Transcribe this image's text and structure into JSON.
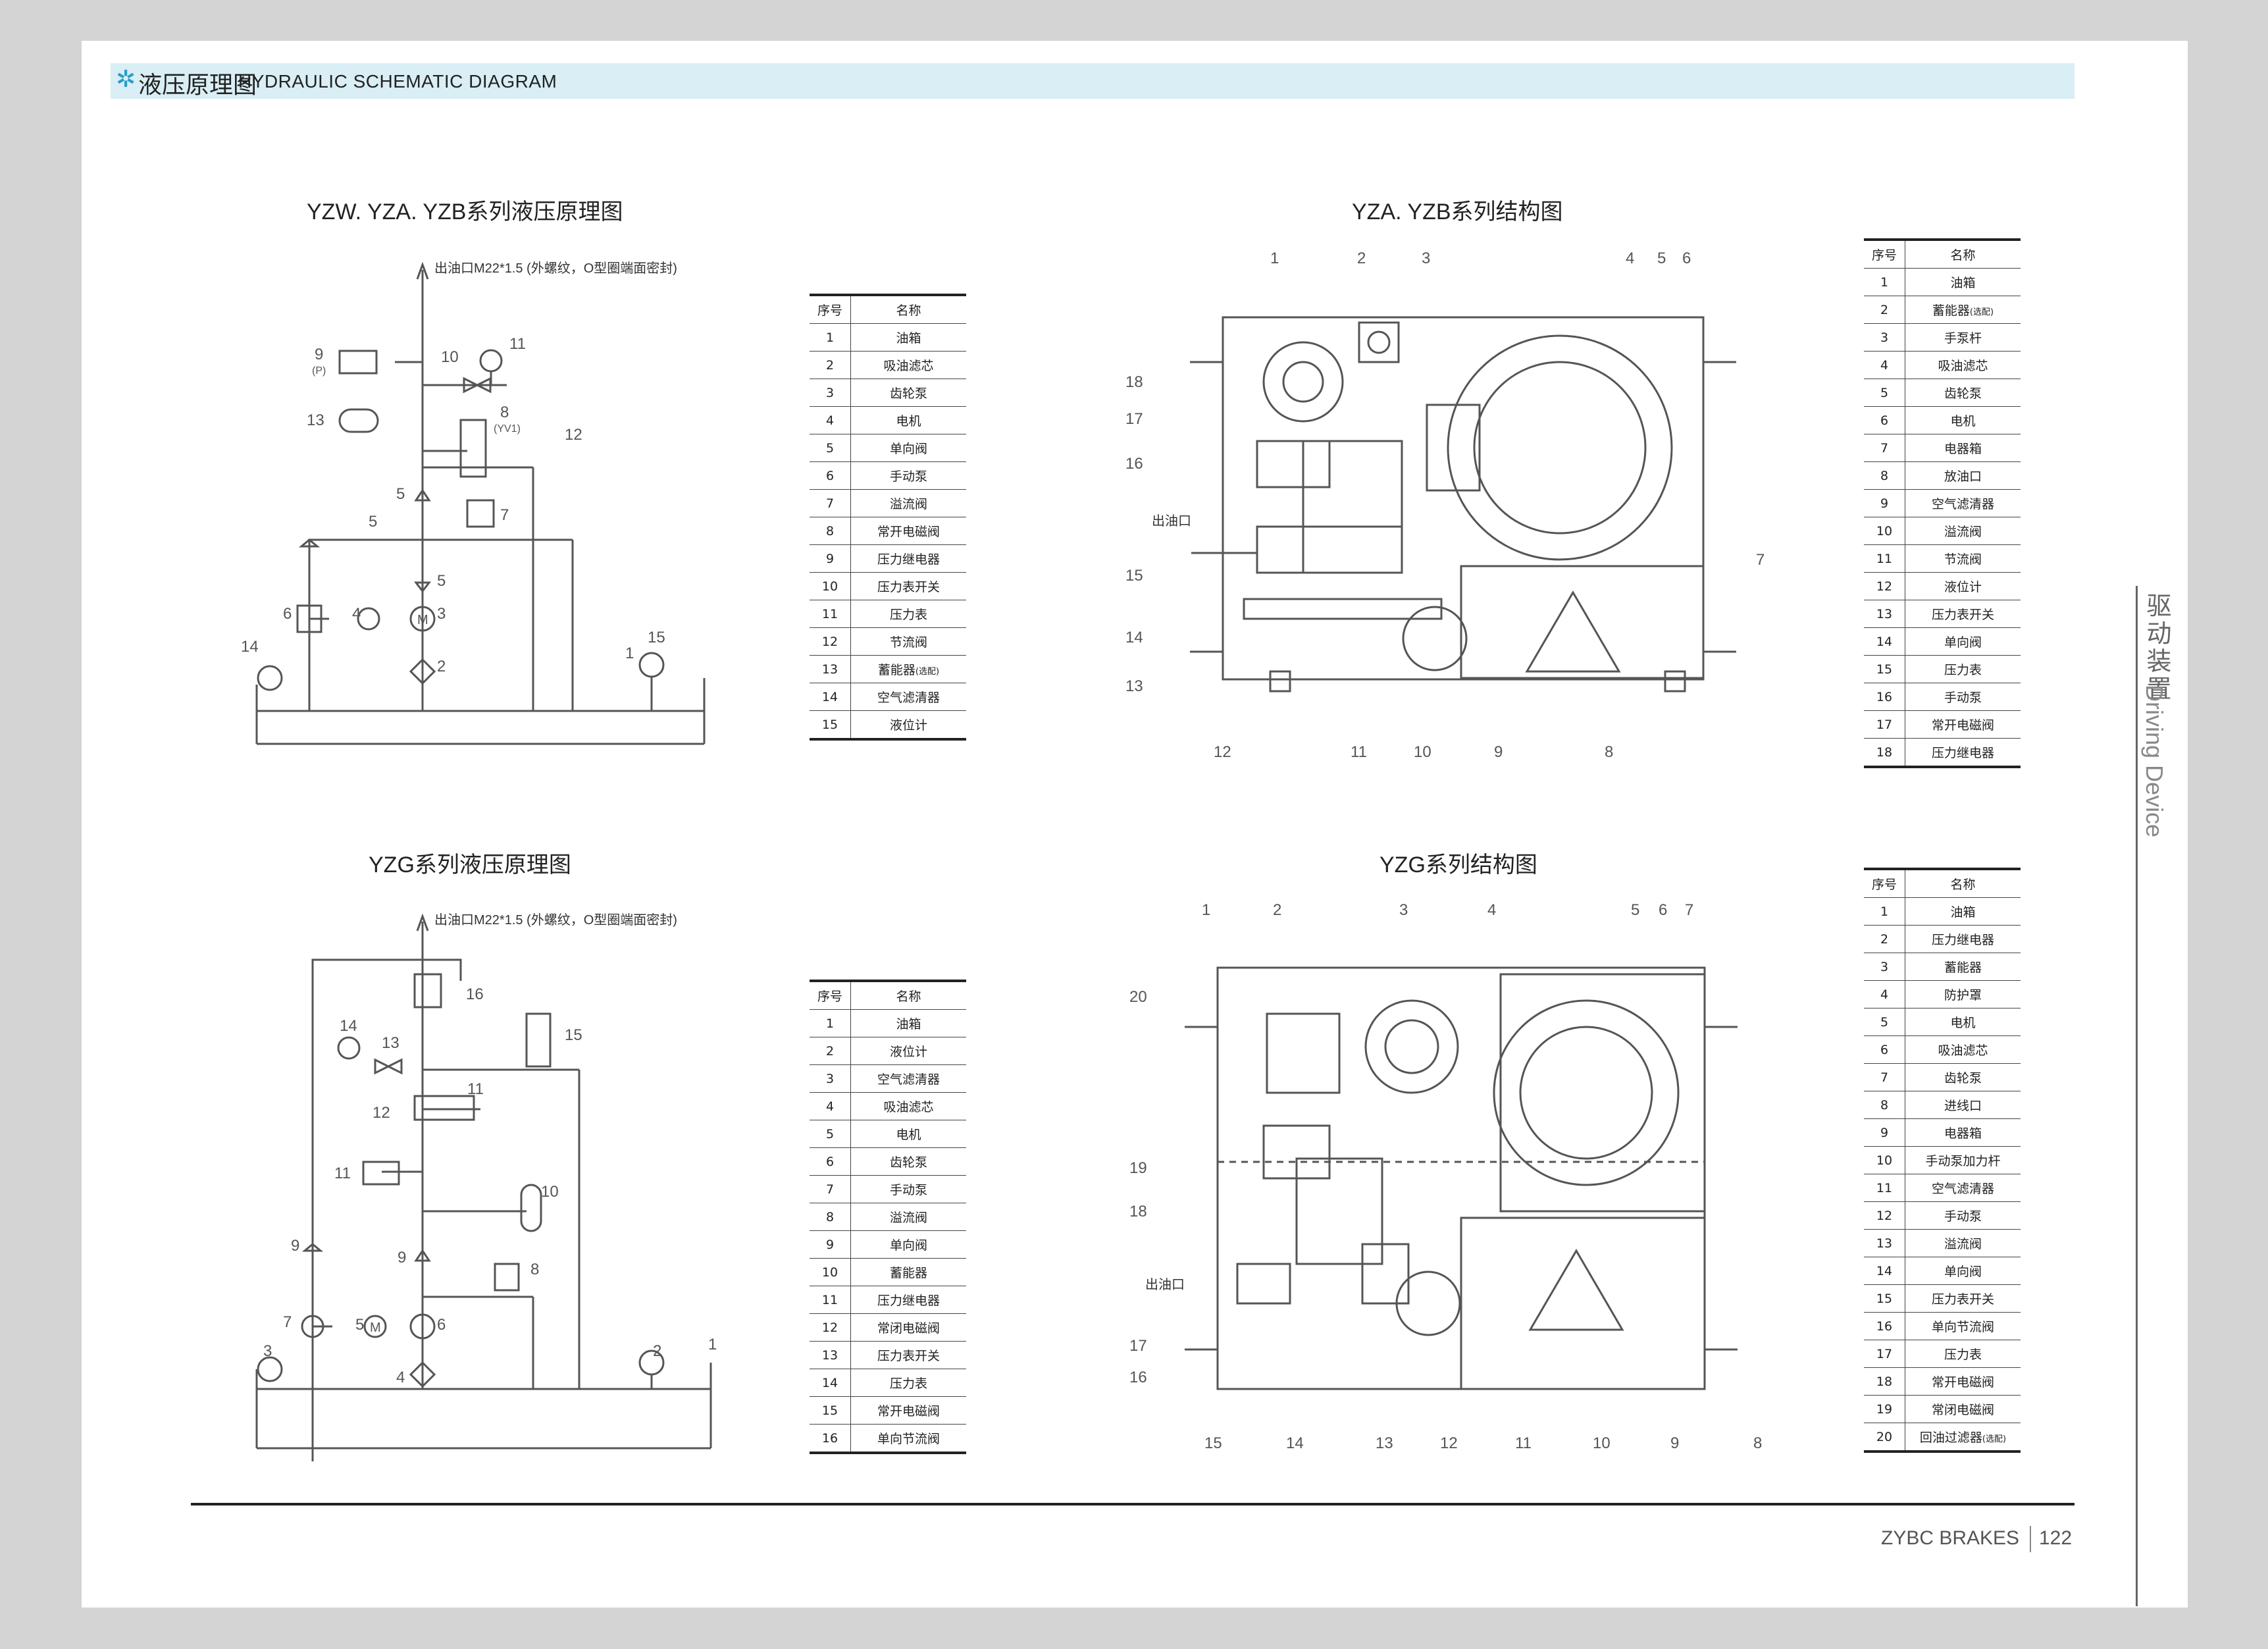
{
  "header": {
    "title_cn": "液压原理图",
    "title_en": "HYDRAULIC SCHEMATIC DIAGRAM",
    "star": "✲"
  },
  "sections": {
    "s1_title": "YZW. YZA. YZB系列液压原理图",
    "s2_title": "YZA. YZB系列结构图",
    "s3_title": "YZG系列液压原理图",
    "s4_title": "YZG系列结构图"
  },
  "outlet_note": "出油口M22*1.5 (外螺纹，O型圈端面密封)",
  "outlet_label": "出油口",
  "table_headers": {
    "num": "序号",
    "name": "名称"
  },
  "table1": [
    {
      "n": "1",
      "name": "油箱"
    },
    {
      "n": "2",
      "name": "吸油滤芯"
    },
    {
      "n": "3",
      "name": "齿轮泵"
    },
    {
      "n": "4",
      "name": "电机"
    },
    {
      "n": "5",
      "name": "单向阀"
    },
    {
      "n": "6",
      "name": "手动泵"
    },
    {
      "n": "7",
      "name": "溢流阀"
    },
    {
      "n": "8",
      "name": "常开电磁阀"
    },
    {
      "n": "9",
      "name": "压力继电器"
    },
    {
      "n": "10",
      "name": "压力表开关"
    },
    {
      "n": "11",
      "name": "压力表"
    },
    {
      "n": "12",
      "name": "节流阀"
    },
    {
      "n": "13",
      "name": "蓄能器",
      "note": "(选配)"
    },
    {
      "n": "14",
      "name": "空气滤清器"
    },
    {
      "n": "15",
      "name": "液位计"
    }
  ],
  "table2": [
    {
      "n": "1",
      "name": "油箱"
    },
    {
      "n": "2",
      "name": "蓄能器",
      "note": "(选配)"
    },
    {
      "n": "3",
      "name": "手泵杆"
    },
    {
      "n": "4",
      "name": "吸油滤芯"
    },
    {
      "n": "5",
      "name": "齿轮泵"
    },
    {
      "n": "6",
      "name": "电机"
    },
    {
      "n": "7",
      "name": "电器箱"
    },
    {
      "n": "8",
      "name": "放油口"
    },
    {
      "n": "9",
      "name": "空气滤清器"
    },
    {
      "n": "10",
      "name": "溢流阀"
    },
    {
      "n": "11",
      "name": "节流阀"
    },
    {
      "n": "12",
      "name": "液位计"
    },
    {
      "n": "13",
      "name": "压力表开关"
    },
    {
      "n": "14",
      "name": "单向阀"
    },
    {
      "n": "15",
      "name": "压力表"
    },
    {
      "n": "16",
      "name": "手动泵"
    },
    {
      "n": "17",
      "name": "常开电磁阀"
    },
    {
      "n": "18",
      "name": "压力继电器"
    }
  ],
  "table3": [
    {
      "n": "1",
      "name": "油箱"
    },
    {
      "n": "2",
      "name": "液位计"
    },
    {
      "n": "3",
      "name": "空气滤清器"
    },
    {
      "n": "4",
      "name": "吸油滤芯"
    },
    {
      "n": "5",
      "name": "电机"
    },
    {
      "n": "6",
      "name": "齿轮泵"
    },
    {
      "n": "7",
      "name": "手动泵"
    },
    {
      "n": "8",
      "name": "溢流阀"
    },
    {
      "n": "9",
      "name": "单向阀"
    },
    {
      "n": "10",
      "name": "蓄能器"
    },
    {
      "n": "11",
      "name": "压力继电器"
    },
    {
      "n": "12",
      "name": "常闭电磁阀"
    },
    {
      "n": "13",
      "name": "压力表开关"
    },
    {
      "n": "14",
      "name": "压力表"
    },
    {
      "n": "15",
      "name": "常开电磁阀"
    },
    {
      "n": "16",
      "name": "单向节流阀"
    }
  ],
  "table4": [
    {
      "n": "1",
      "name": "油箱"
    },
    {
      "n": "2",
      "name": "压力继电器"
    },
    {
      "n": "3",
      "name": "蓄能器"
    },
    {
      "n": "4",
      "name": "防护罩"
    },
    {
      "n": "5",
      "name": "电机"
    },
    {
      "n": "6",
      "name": "吸油滤芯"
    },
    {
      "n": "7",
      "name": "齿轮泵"
    },
    {
      "n": "8",
      "name": "进线口"
    },
    {
      "n": "9",
      "name": "电器箱"
    },
    {
      "n": "10",
      "name": "手动泵加力杆"
    },
    {
      "n": "11",
      "name": "空气滤清器"
    },
    {
      "n": "12",
      "name": "手动泵"
    },
    {
      "n": "13",
      "name": "溢流阀"
    },
    {
      "n": "14",
      "name": "单向阀"
    },
    {
      "n": "15",
      "name": "压力表开关"
    },
    {
      "n": "16",
      "name": "单向节流阀"
    },
    {
      "n": "17",
      "name": "压力表"
    },
    {
      "n": "18",
      "name": "常开电磁阀"
    },
    {
      "n": "19",
      "name": "常闭电磁阀"
    },
    {
      "n": "20",
      "name": "回油过滤器",
      "note": "(选配)"
    }
  ],
  "schem1_labels": {
    "l1": "1",
    "l2": "2",
    "l3": "3",
    "l4": "4",
    "l5a": "5",
    "l5b": "5",
    "l5c": "5",
    "l6": "6",
    "l7": "7",
    "l8": "8",
    "l8sub": "(YV1)",
    "l9": "9",
    "l9sub": "(P)",
    "l10": "10",
    "l11": "11",
    "l12": "12",
    "l13": "13",
    "l14": "14",
    "l15": "15",
    "motor": "M"
  },
  "schem2_labels": {
    "l1": "1",
    "l2": "2",
    "l3": "3",
    "l4": "4",
    "l5": "5",
    "l6": "6",
    "l7": "7",
    "l8": "8",
    "l9a": "9",
    "l9b": "9",
    "l10": "10",
    "l11a": "11",
    "l11b": "11",
    "l12": "12",
    "l13": "13",
    "l14": "14",
    "l15": "15",
    "l16": "16",
    "motor": "M"
  },
  "struct1_labels": [
    "1",
    "2",
    "3",
    "4",
    "5",
    "6",
    "7",
    "8",
    "9",
    "10",
    "11",
    "12",
    "13",
    "14",
    "15",
    "16",
    "17",
    "18"
  ],
  "struct2_labels": [
    "1",
    "2",
    "3",
    "4",
    "5",
    "6",
    "7",
    "8",
    "9",
    "10",
    "11",
    "12",
    "13",
    "14",
    "15",
    "16",
    "17",
    "18",
    "19",
    "20"
  ],
  "side": {
    "cn": "驱动装置",
    "en": "Driving Device"
  },
  "footer": {
    "brand": "ZYBC BRAKES",
    "page": "122"
  }
}
